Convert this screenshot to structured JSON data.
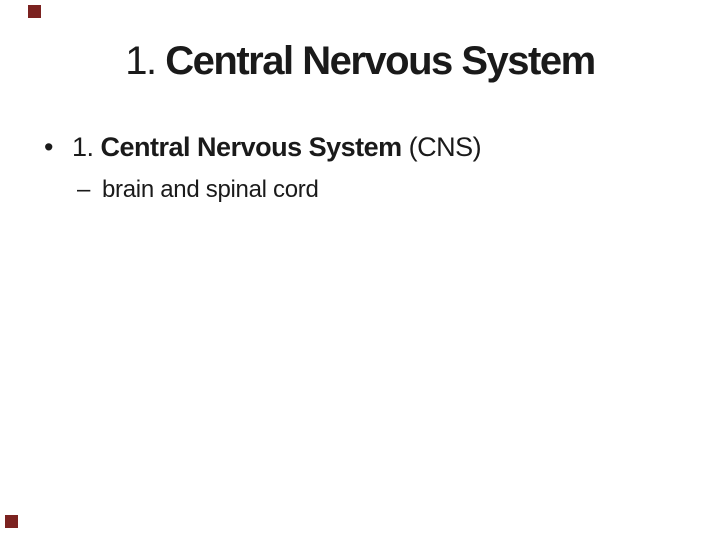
{
  "slide": {
    "title": {
      "prefix": "1. ",
      "emphasis": "Central Nervous System"
    },
    "bullets": [
      {
        "marker": "•",
        "prefix": "1. ",
        "emphasis": "Central Nervous System",
        "suffix": " (CNS)"
      },
      {
        "marker": "–",
        "text": "brain and spinal cord"
      }
    ],
    "colors": {
      "background": "#ffffff",
      "text": "#1a1a1a",
      "accent_square": "#7b2220"
    }
  }
}
